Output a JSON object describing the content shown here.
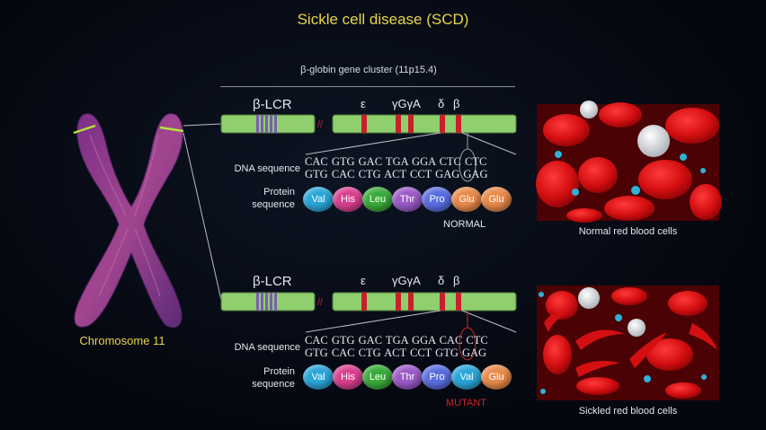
{
  "title": "Sickle cell disease (SCD)",
  "cluster_title": "β-globin gene cluster (11p15.4)",
  "chromosome_label": "Chromosome 11",
  "gene_labels": {
    "lcr": "β-LCR",
    "epsilon": "ε",
    "gamma": "γGγA",
    "delta": "δ",
    "beta": "β"
  },
  "normal": {
    "dna_label": "DNA sequence",
    "protein_label": "Protein sequence",
    "dna_top": "CAC GTG GAC TGA GGA CTC CTC",
    "dna_bottom": "GTG CAC CTG ACT CCT GAG GAG",
    "amino_acids": [
      "Val",
      "His",
      "Leu",
      "Thr",
      "Pro",
      "Glu",
      "Glu"
    ],
    "state": "NORMAL",
    "caption": "Normal red blood cells"
  },
  "mutant": {
    "dna_label": "DNA sequence",
    "protein_label": "Protein sequence",
    "dna_top": "CAC GTG GAC TGA GGA CAC CTC",
    "dna_bottom": "GTG CAC CTG ACT CCT GTG GAG",
    "amino_acids": [
      "Val",
      "His",
      "Leu",
      "Thr",
      "Pro",
      "Val",
      "Glu"
    ],
    "state": "MUTANT",
    "caption": "Sickled red blood cells"
  },
  "colors": {
    "title": "#e8d44a",
    "gene_bar": "#8fcf6e",
    "lcr_stripes": "#7a5fb0",
    "exon": "#c8202a",
    "mutant_text": "#d42525",
    "Val": "#2aa6d8",
    "His": "#d93f8f",
    "Leu": "#3aab3a",
    "Thr": "#9b5ac8",
    "Pro": "#5a6ee0",
    "Glu": "#e88a4a"
  }
}
